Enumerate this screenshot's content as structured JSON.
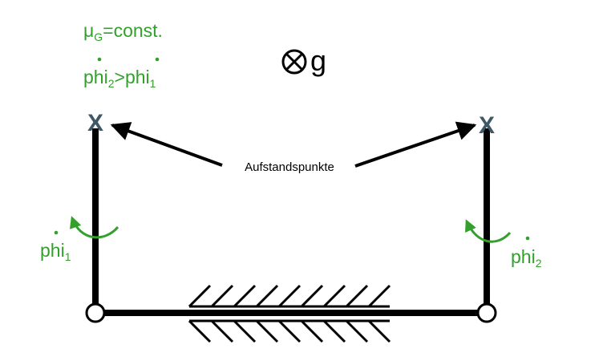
{
  "colors": {
    "green": "#33a02c",
    "black": "#000000",
    "cross": "#3f5868"
  },
  "condition_mu": {
    "symbol": "μ",
    "subscript": "G",
    "rest": "=const."
  },
  "condition_phi": {
    "left_base": "phi",
    "left_sub": "2",
    "operator": ">",
    "right_base": "phi",
    "right_sub": "1"
  },
  "gravity": {
    "icon": "circle-cross-icon",
    "label": "g"
  },
  "contact_points_label": "Aufstandspunkte",
  "contact_marker": "X",
  "left_angle": {
    "base": "phi",
    "sub": "1"
  },
  "right_angle": {
    "base": "phi",
    "sub": "2"
  }
}
